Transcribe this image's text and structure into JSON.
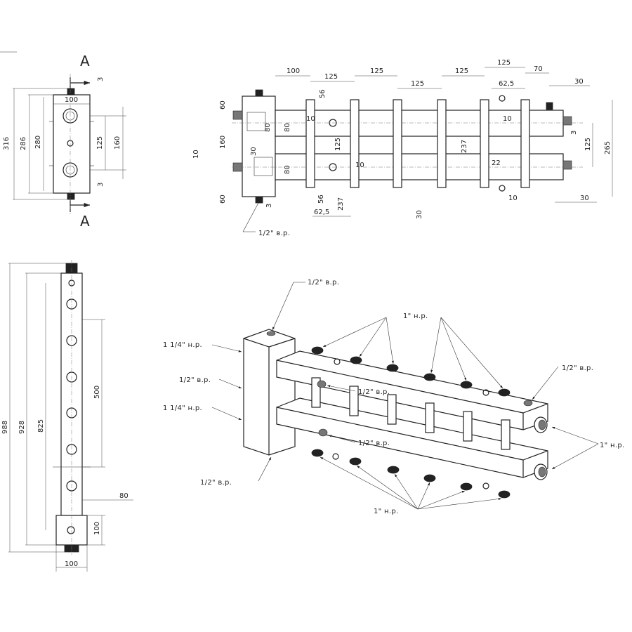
{
  "section_marker": "A",
  "front_view": {
    "dims": {
      "overall_height": "316",
      "body_height": "286",
      "inner_height": "280",
      "top_width": "100",
      "spacing": "125",
      "inner_spacing": "160",
      "gap_top": "3",
      "gap_bottom": "3"
    }
  },
  "top_view": {
    "dims": {
      "d100": "100",
      "pitch": "125",
      "d70": "70",
      "d62_5": "62,5",
      "d30": "30",
      "d56": "56",
      "d60": "60",
      "d80": "80",
      "d160": "160",
      "d237": "237",
      "d265": "265",
      "d22": "22",
      "d3": "3",
      "hole": "10"
    },
    "callout": "1/2\" в.р."
  },
  "side_view": {
    "dims": {
      "overall": "988",
      "d928": "928",
      "d825": "825",
      "d500": "500",
      "d80": "80",
      "d100_h": "100",
      "d100_w": "100"
    }
  },
  "iso_view": {
    "labels": {
      "top_port": "1/2\" в.р.",
      "upper_main": "1 1/4\" н.р.",
      "mid_port": "1/2\" в.р.",
      "lower_main": "1 1/4\" н.р.",
      "bottom_port": "1/2\" в.р.",
      "outlets_top": "1\" н.р.",
      "outlets_bottom": "1\" н.р.",
      "side_outlets": "1\" н.р.",
      "end_port": "1/2\" в.р.",
      "vent_upper": "1/2\" в.р.",
      "vent_lower": "1/2\" в.р."
    }
  }
}
